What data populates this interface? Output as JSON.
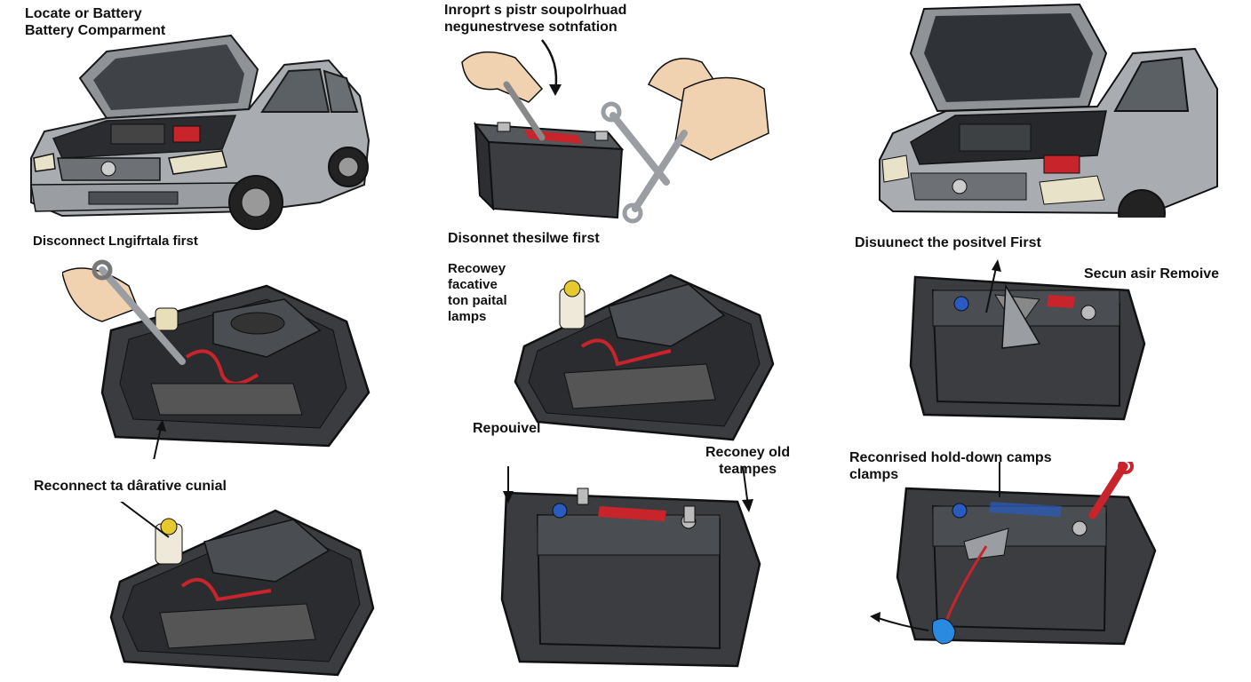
{
  "labels": {
    "locate": "Locate or Battery\nBattery Comparment",
    "tools": "Inroprt s pistr soupolrhuad\nnegunestrvese sotnfation",
    "disconnect_left": "Disconnect Lngifrtala first",
    "disconnect_mid": "Disonnet thesilwe first",
    "disconnect_right": "Disuunect the positvel First",
    "remove_clamps": "Recowey\nfacative\nton paital\nlamps",
    "secure_remove": "Secun asir Remoive",
    "repouivel": "Repouivel",
    "reconnect_old": "Reconey old\nteampes",
    "reconnect_negative": "Reconnect ta dârative cunial",
    "reconnsed_holddown": "Reconrised hold-down camps\nclamps"
  },
  "colors": {
    "car_body": "#a9adb1",
    "battery": "#3b3d40",
    "positive_cable": "#c8242b",
    "negative_terminal": "#2a5bc0",
    "skin": "#f1d2b0",
    "outline": "#1a1a1a"
  }
}
